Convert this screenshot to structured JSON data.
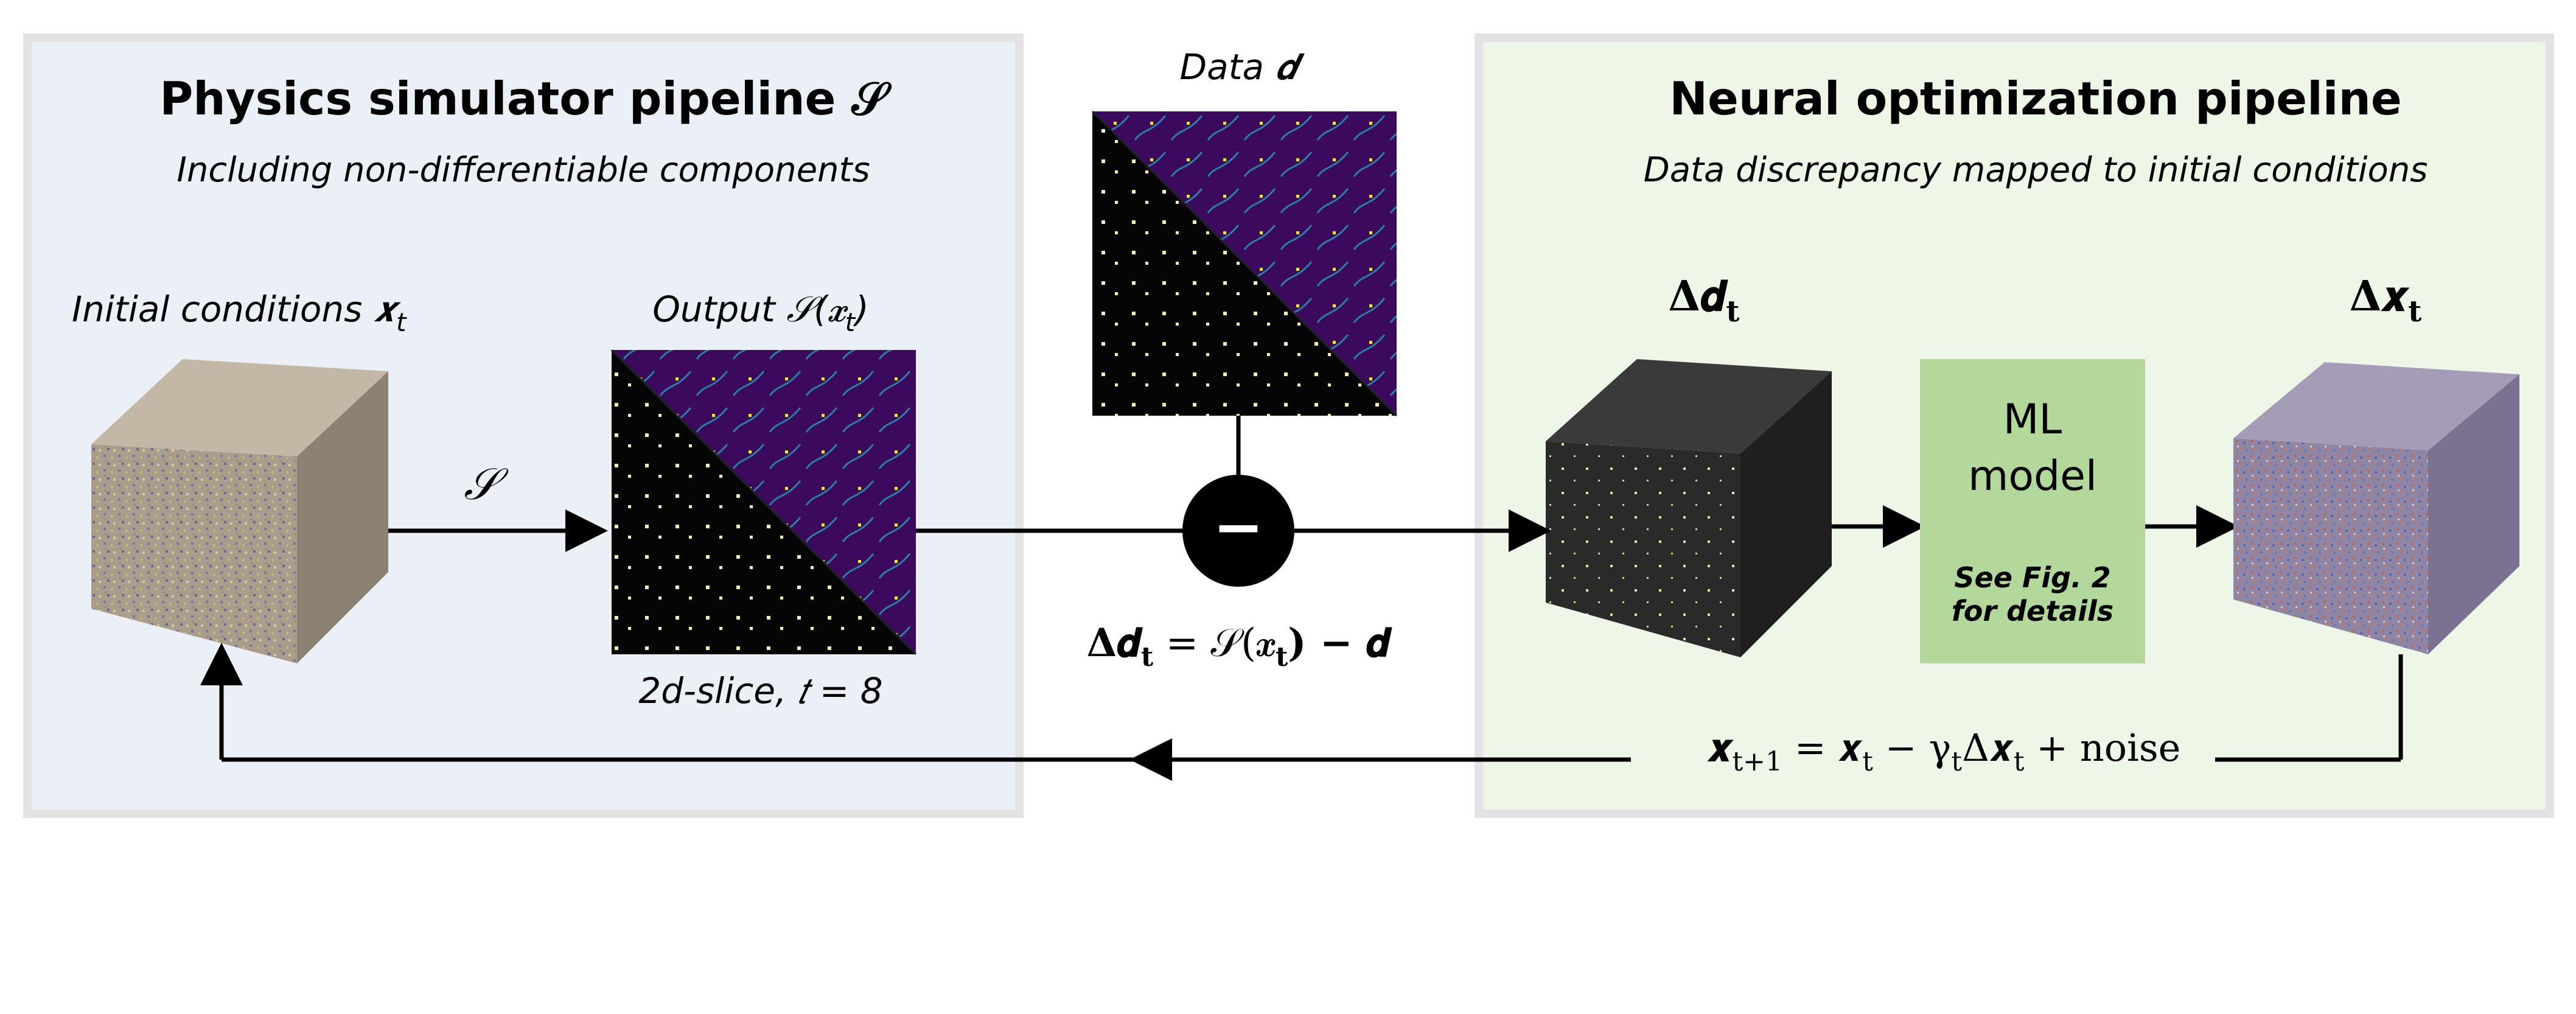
{
  "left_panel": {
    "title": "Physics simulator pipeline 𝒮",
    "subtitle": "Including non-differentiable components",
    "initial_label": "Initial conditions 𝒙",
    "initial_sub": "t",
    "output_label": "Output 𝒮(𝒙",
    "output_sub": "t",
    "output_close": ")",
    "arrow_symbol": "𝒮",
    "slice_label": "2d-slice, 𝑡 = 8"
  },
  "center": {
    "data_label": "Data 𝒅",
    "minus_symbol": "−",
    "equation_lhs": "Δ𝒅",
    "equation_lhs_sub": "t",
    "equation_mid": " = 𝒮(𝒙",
    "equation_mid_sub": "t",
    "equation_rhs": ") − 𝒅"
  },
  "right_panel": {
    "title": "Neural optimization pipeline",
    "subtitle": "Data discrepancy mapped to initial conditions",
    "delta_d_label": "Δ𝒅",
    "delta_d_sub": "t",
    "delta_x_label": "𝚫𝒙",
    "delta_x_sub": "t",
    "ml_line1": "ML",
    "ml_line2": "model",
    "ml_note1": "See Fig. 2",
    "ml_note2": "for details",
    "update_x": "𝒙",
    "update_x_sub": "t+1",
    "update_eq1": " = 𝒙",
    "update_eq1_sub": "t",
    "update_eq2": " − γ",
    "update_eq2_sub": "t",
    "update_eq3": "Δ𝒙",
    "update_eq3_sub": "t",
    "update_eq4": " + noise"
  },
  "colors": {
    "left_panel_bg": "#ebf0f7",
    "right_panel_bg": "#eef6e8",
    "panel_border": "#e3e3e3",
    "ml_box": "#b2d89c",
    "map_purple": "#3b0a5e",
    "map_black": "#050505",
    "cube_gray": "#a99e8c",
    "cube_noise": "#8e86a3",
    "cube_dark": "#2e2e2e",
    "arrow": "#000000"
  }
}
